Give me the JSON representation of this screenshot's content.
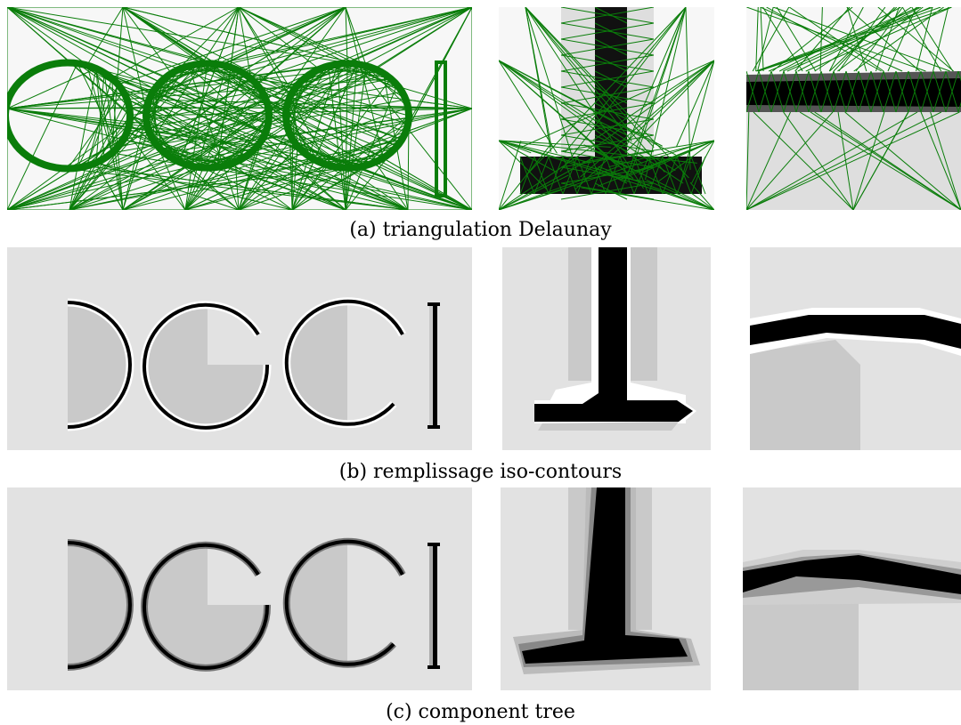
{
  "rows": [
    {
      "caption": "(a) triangulation Delaunay"
    },
    {
      "caption": "(b) remplissage iso-contours"
    },
    {
      "caption": "(c) component tree"
    }
  ],
  "colors": {
    "mesh": "#0a7d0a",
    "background": "#dcdcdc",
    "fill_light": "#e0e0e0",
    "fill_mid": "#c8c8c8",
    "ink": "#000000",
    "halo": "#ffffff"
  }
}
